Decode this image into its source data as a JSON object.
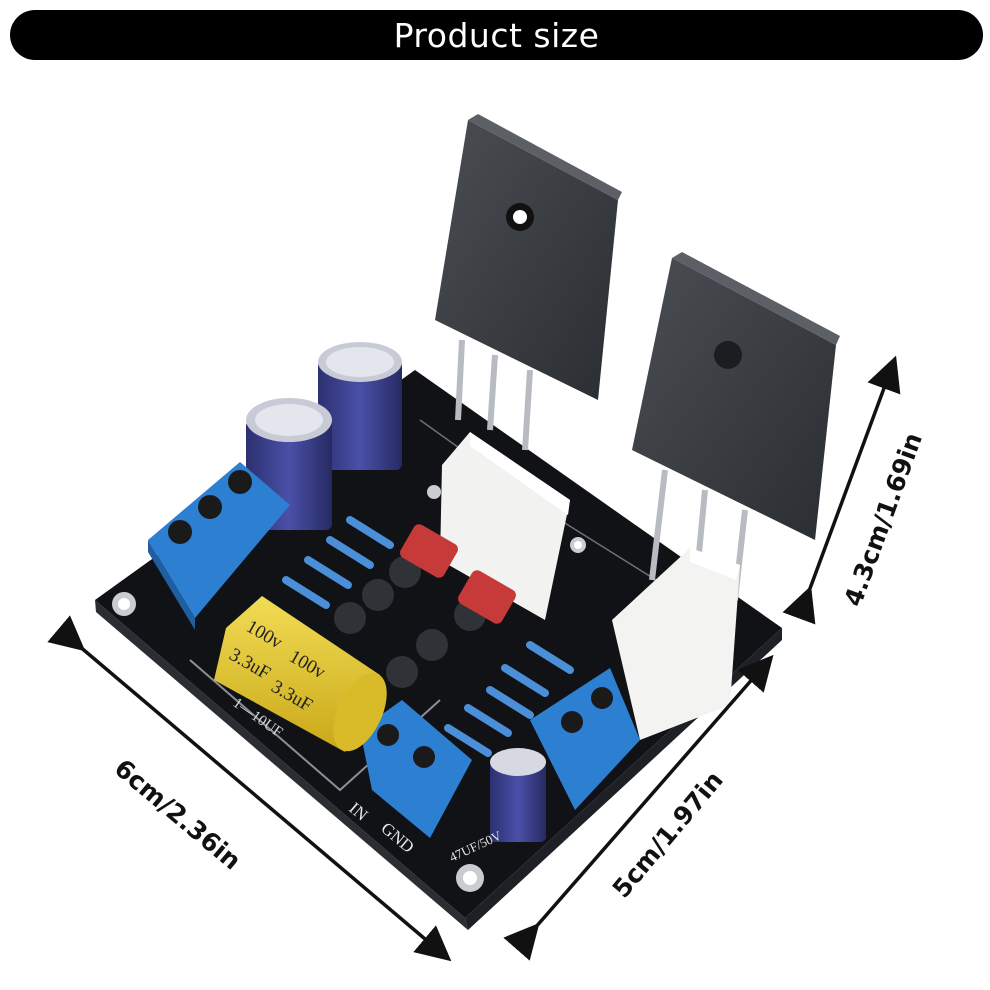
{
  "header": {
    "title": "Product size"
  },
  "dimensions": {
    "length": "6cm/2.36in",
    "width": "5cm/1.97in",
    "height": "4.3cm/1.69in"
  },
  "board_markings": {
    "cap_large_voltage": "100v",
    "cap_large_value": "3.3uF",
    "cap_range": "1—10UF",
    "cap_small": "47UF/50V",
    "label_in": "IN",
    "label_gnd": "GND"
  },
  "colors": {
    "pcb": "#101216",
    "terminal": "#2d7fd2",
    "capacitor_blue": "#3a3f8f",
    "capacitor_yellow": "#e3c530",
    "resistor": "#4a8fd8",
    "transistor": "#3b3f44"
  }
}
